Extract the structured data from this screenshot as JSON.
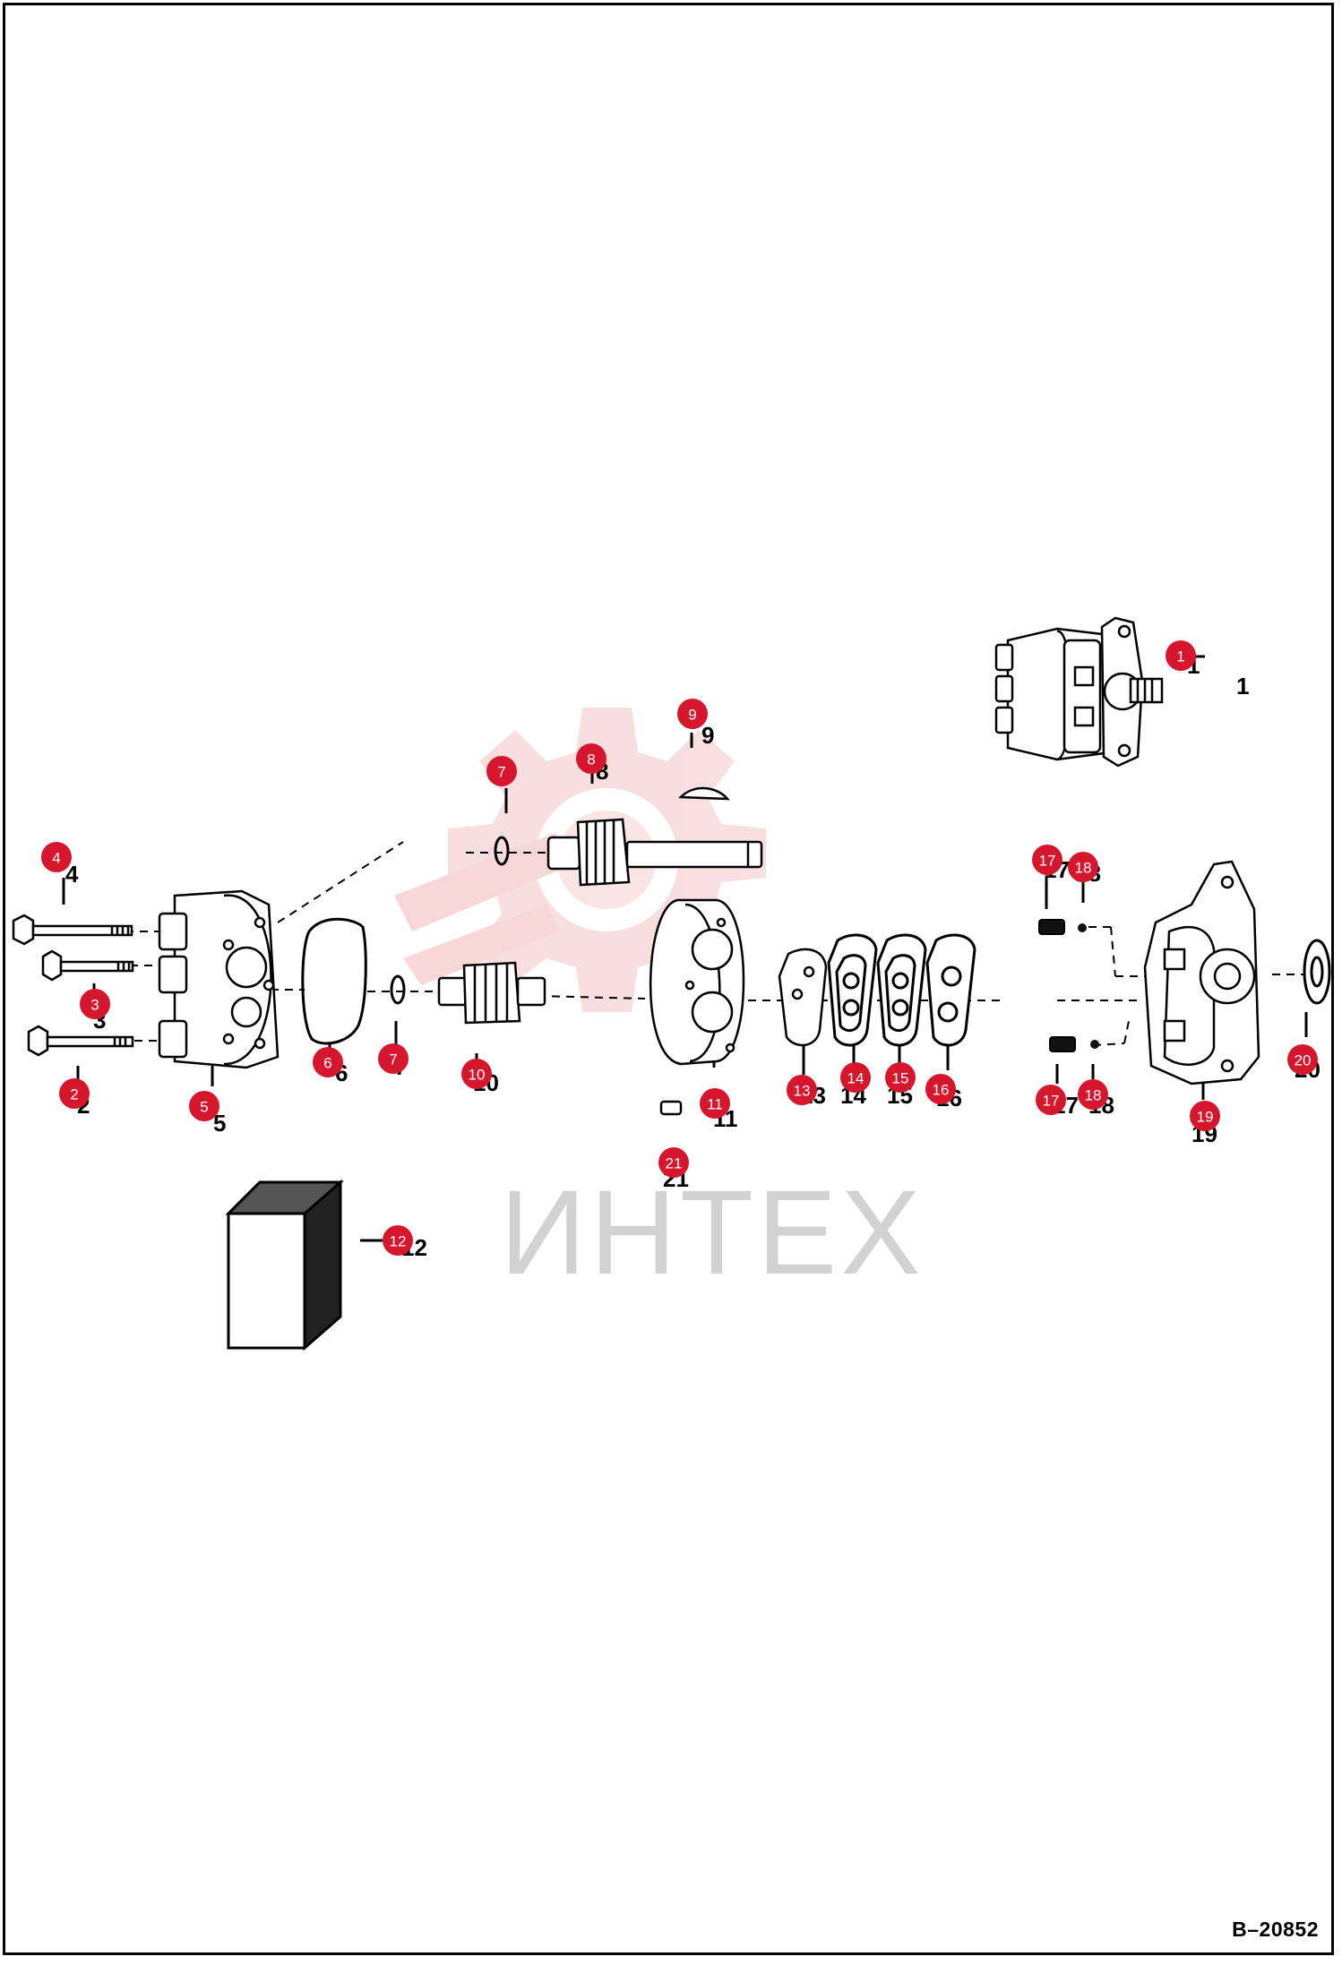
{
  "watermark": {
    "text": "ИНТЕХ",
    "color": "#f4b7b7"
  },
  "drawing_code": "B–20852",
  "callout_color": "#d6162d",
  "callouts": {
    "c1": "1",
    "c2": "2",
    "c3": "3",
    "c4": "4",
    "c5": "5",
    "c6": "6",
    "c7a": "7",
    "c7b": "7",
    "c8": "8",
    "c9": "9",
    "c10": "10",
    "c11": "11",
    "c12": "12",
    "c13": "13",
    "c14": "14",
    "c15": "15",
    "c16": "16",
    "c17a": "17",
    "c17b": "17",
    "c18a": "18",
    "c18b": "18",
    "c19": "19",
    "c20": "20",
    "c21": "21"
  }
}
